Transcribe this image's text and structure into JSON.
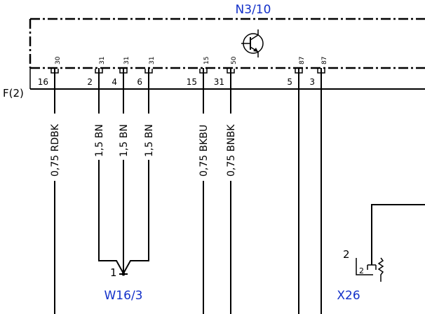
{
  "colors": {
    "line": "#000000",
    "component_label": "#1230c9",
    "background": "#ffffff"
  },
  "components": {
    "module": "N3/10",
    "splice": "W16/3",
    "connector_ref": "X26"
  },
  "connector": {
    "name": "F(2)"
  },
  "pins": [
    {
      "pin": "30",
      "position": "16",
      "wire": "0,75 RDBK"
    },
    {
      "pin": "31",
      "position": "2",
      "wire": "1,5 BN"
    },
    {
      "pin": "31",
      "position": "4",
      "wire": "1,5 BN"
    },
    {
      "pin": "31",
      "position": "6",
      "wire": "1,5 BN"
    },
    {
      "pin": "15",
      "position": "15",
      "wire": "0,75 BKBU"
    },
    {
      "pin": "50",
      "position": "31",
      "wire": "0,75 BNBK"
    },
    {
      "pin": "87",
      "position": "5",
      "wire": ""
    },
    {
      "pin": "87",
      "position": "3",
      "wire": ""
    }
  ],
  "splice_point": {
    "number": "1"
  },
  "x26": {
    "pin_outer": "2",
    "pin_inner": "2"
  }
}
